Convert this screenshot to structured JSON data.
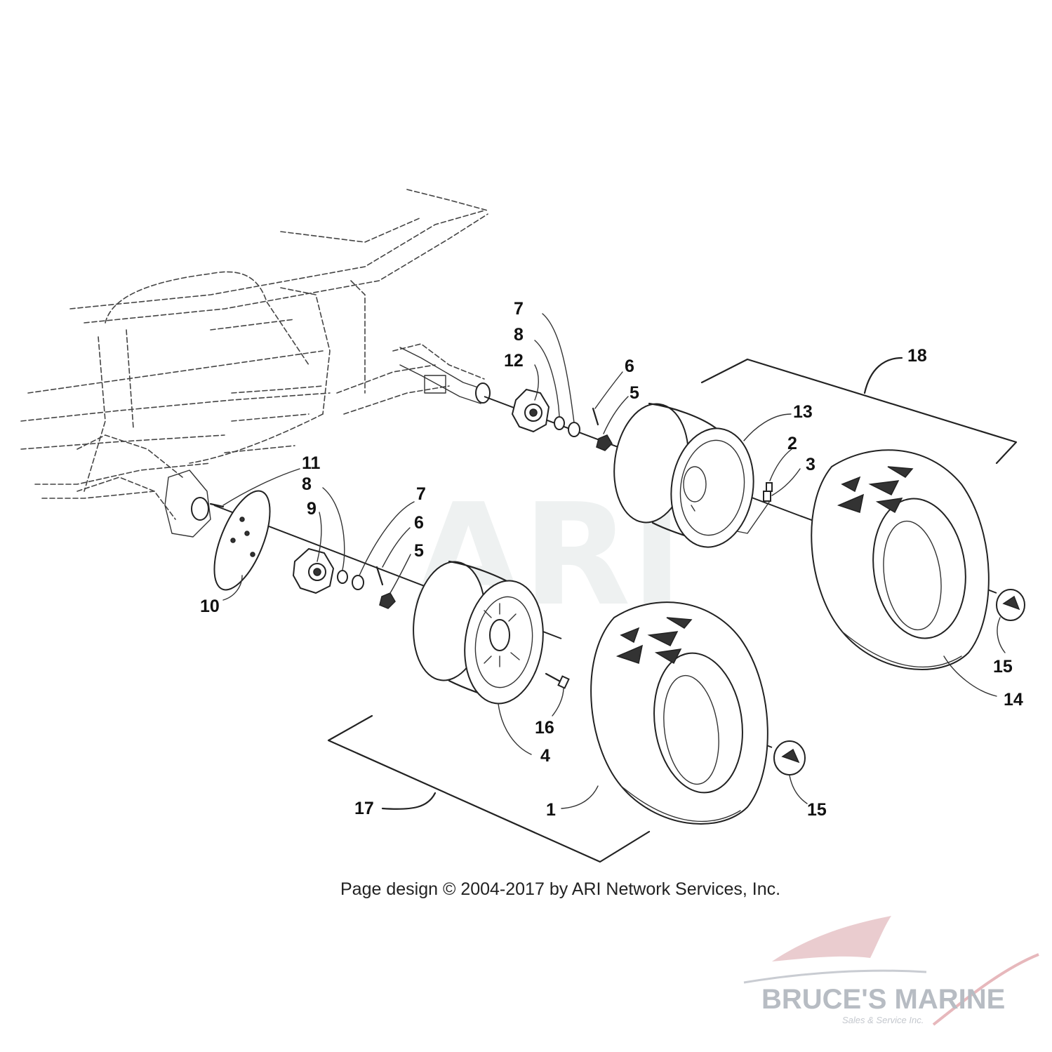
{
  "diagram": {
    "watermark": "ARI",
    "caption": "Page design © 2004-2017 by ARI Network Services, Inc.",
    "callouts": [
      {
        "id": "c7a",
        "label": "7"
      },
      {
        "id": "c8a",
        "label": "8"
      },
      {
        "id": "c12",
        "label": "12"
      },
      {
        "id": "c6a",
        "label": "6"
      },
      {
        "id": "c5a",
        "label": "5"
      },
      {
        "id": "c18",
        "label": "18"
      },
      {
        "id": "c13",
        "label": "13"
      },
      {
        "id": "c2",
        "label": "2"
      },
      {
        "id": "c3",
        "label": "3"
      },
      {
        "id": "c11",
        "label": "11"
      },
      {
        "id": "c8b",
        "label": "8"
      },
      {
        "id": "c9",
        "label": "9"
      },
      {
        "id": "c7b",
        "label": "7"
      },
      {
        "id": "c6b",
        "label": "6"
      },
      {
        "id": "c5b",
        "label": "5"
      },
      {
        "id": "c10",
        "label": "10"
      },
      {
        "id": "c15a",
        "label": "15"
      },
      {
        "id": "c14",
        "label": "14"
      },
      {
        "id": "c16",
        "label": "16"
      },
      {
        "id": "c4",
        "label": "4"
      },
      {
        "id": "c17",
        "label": "17"
      },
      {
        "id": "c1",
        "label": "1"
      },
      {
        "id": "c15b",
        "label": "15"
      }
    ]
  },
  "branding": {
    "name": "BRUCE'S MARINE",
    "tagline": "Sales & Service Inc.",
    "accent": "#e2a3a8",
    "gray": "#b7bcc3"
  }
}
